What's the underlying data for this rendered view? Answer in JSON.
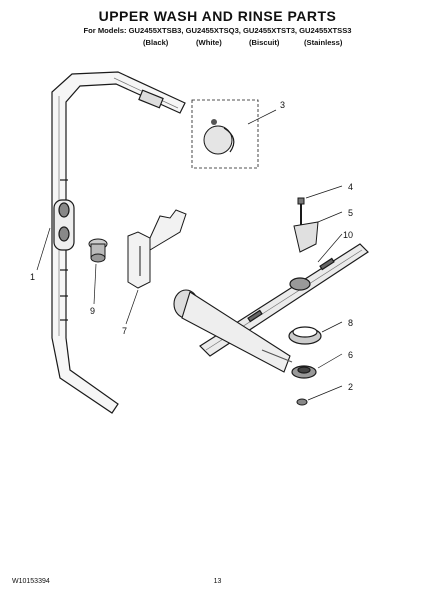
{
  "header": {
    "title": "UPPER WASH AND RINSE PARTS",
    "models": "For Models: GU2455XTSB3, GU2455XTSQ3, GU2455XTST3, GU2455XTSS3",
    "colors": [
      "(Black)",
      "(White)",
      "(Biscuit)",
      "(Stainless)"
    ]
  },
  "callouts": [
    "1",
    "2",
    "3",
    "4",
    "5",
    "6",
    "7",
    "8",
    "9",
    "10"
  ],
  "footer": {
    "doc_number": "W10153394",
    "page_number": "13"
  },
  "colors": {
    "line": "#1a1a1a",
    "shade": "#8a8a8a",
    "light": "#d9d9d9"
  }
}
